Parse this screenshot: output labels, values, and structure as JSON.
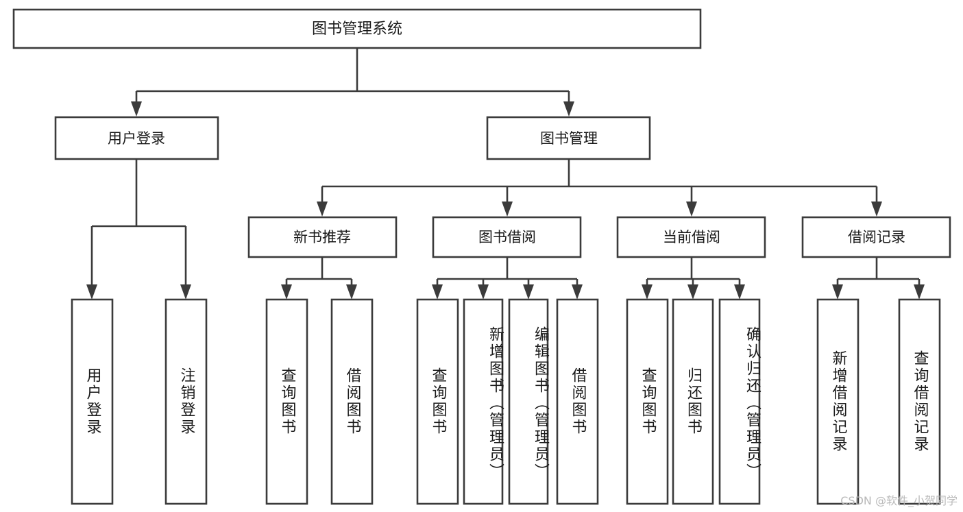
{
  "diagram": {
    "type": "hierarchy-tree",
    "title": "图书管理系统",
    "watermark": "CSDN @软件_小贺同学",
    "colors": {
      "stroke": "#3b3b3b",
      "fill": "#ffffff",
      "text": "#1a1a1a",
      "watermark": "#b9b9b9",
      "background": "#ffffff"
    },
    "root": {
      "label": "图书管理系统",
      "orientation": "horizontal"
    },
    "level2": [
      {
        "label": "用户登录",
        "orientation": "horizontal"
      },
      {
        "label": "图书管理",
        "orientation": "horizontal"
      }
    ],
    "level3": [
      {
        "label": "新书推荐",
        "orientation": "horizontal"
      },
      {
        "label": "图书借阅",
        "orientation": "horizontal"
      },
      {
        "label": "当前借阅",
        "orientation": "horizontal"
      },
      {
        "label": "借阅记录",
        "orientation": "horizontal"
      }
    ],
    "leaves": {
      "user_login": [
        {
          "label": "用户登录",
          "orientation": "vertical"
        },
        {
          "label": "注销登录",
          "orientation": "vertical"
        }
      ],
      "new_book_recommend": [
        {
          "label": "查询图书",
          "orientation": "vertical"
        },
        {
          "label": "借阅图书",
          "orientation": "vertical"
        }
      ],
      "book_borrow": [
        {
          "label": "查询图书",
          "orientation": "vertical"
        },
        {
          "label": "新增图书（管理员）",
          "orientation": "vertical"
        },
        {
          "label": "编辑图书（管理员）",
          "orientation": "vertical"
        },
        {
          "label": "借阅图书",
          "orientation": "vertical"
        }
      ],
      "current_borrow": [
        {
          "label": "查询图书",
          "orientation": "vertical"
        },
        {
          "label": "归还图书",
          "orientation": "vertical"
        },
        {
          "label": "确认归还（管理员）",
          "orientation": "vertical"
        }
      ],
      "borrow_record": [
        {
          "label": "新增借阅记录",
          "orientation": "vertical"
        },
        {
          "label": "查询借阅记录",
          "orientation": "vertical"
        }
      ]
    }
  }
}
